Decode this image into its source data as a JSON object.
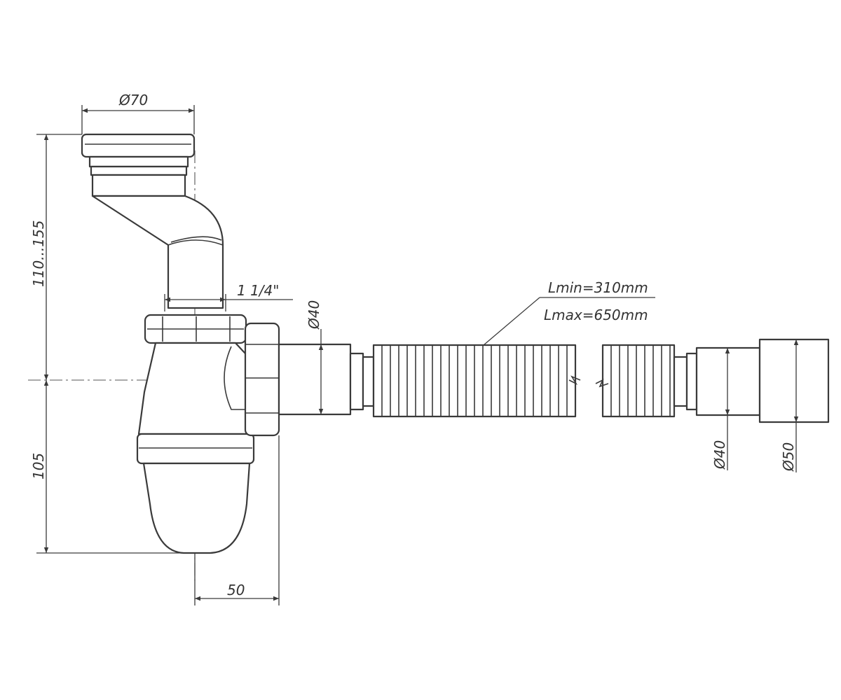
{
  "dimensions": {
    "cup_diameter": "Ø70",
    "height_range": "110...155",
    "thread": "1 1/4\"",
    "outlet_diameter": "Ø40",
    "length_min": "Lmin=310mm",
    "length_max": "Lmax=650mm",
    "lower_height": "105",
    "offset": "50",
    "end_diameter_inner": "Ø40",
    "end_diameter_outer": "Ø50"
  },
  "colors": {
    "line": "#3a3a3a",
    "background": "#ffffff"
  }
}
